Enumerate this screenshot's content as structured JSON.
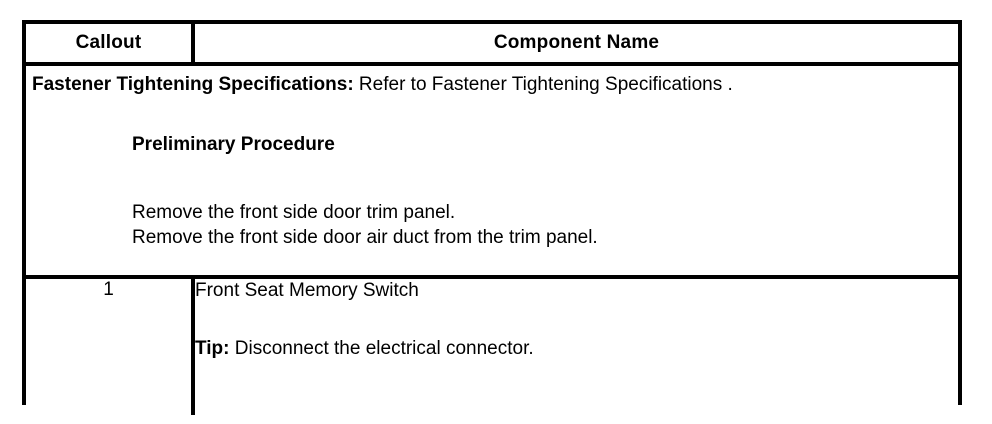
{
  "table": {
    "header": {
      "callout_label": "Callout",
      "component_label": "Component Name"
    },
    "preliminary_row": {
      "fastener_label": "Fastener Tightening Specifications:",
      "fastener_text": " Refer to Fastener Tightening Specifications .",
      "preliminary_heading": "Preliminary Procedure",
      "steps": [
        "Remove the front side door trim panel.",
        "Remove the front side door air duct from the trim panel."
      ]
    },
    "component_rows": [
      {
        "callout": "1",
        "name": "Front Seat Memory Switch",
        "tip_label": "Tip:",
        "tip_text": " Disconnect the electrical connector."
      }
    ]
  },
  "colors": {
    "border": "#000000",
    "text": "#000000",
    "background": "#ffffff"
  }
}
